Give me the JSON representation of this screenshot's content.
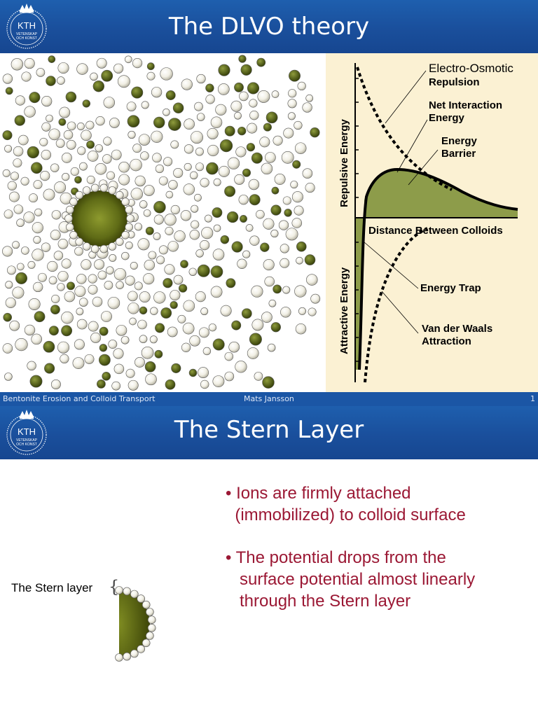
{
  "slide1": {
    "logo": {
      "text": "KTH",
      "subtext": [
        "VETENSKAP",
        "OCH KONST"
      ]
    },
    "title": "The DLVO theory",
    "figure": {
      "labels": {
        "electro_osmotic": "Electro-Osmotic",
        "repulsion": "Repulsion",
        "net_interaction_1": "Net Interaction",
        "net_interaction_2": "Energy",
        "energy_barrier_1": "Energy",
        "energy_barrier_2": "Barrier",
        "distance": "Distance Between Colloids",
        "energy_trap": "Energy Trap",
        "vdw_1": "Van der Waals",
        "vdw_2": "Attraction",
        "repulsive_energy": "Repulsive Energy",
        "attractive_energy": "Attractive Energy"
      },
      "colors": {
        "panel_bg": "#fbf1d3",
        "fill": "#8d9c4a",
        "colloid_core": "#55610f",
        "ion": "#f5f3ea"
      }
    }
  },
  "footer": {
    "left": "Bentonite Erosion and Colloid Transport",
    "center": "Mats Jansson",
    "page": "1"
  },
  "slide2": {
    "logo": {
      "text": "KTH",
      "subtext": [
        "VETENSKAP",
        "OCH KONST"
      ]
    },
    "title": "The Stern Layer",
    "bullets": [
      "• Ions are firmly attached\n  (immobilized) to colloid surface",
      "• The potential drops from the\n   surface potential almost linearly\n   through the Stern layer"
    ],
    "stern_label": "The Stern layer",
    "brace": "{"
  }
}
